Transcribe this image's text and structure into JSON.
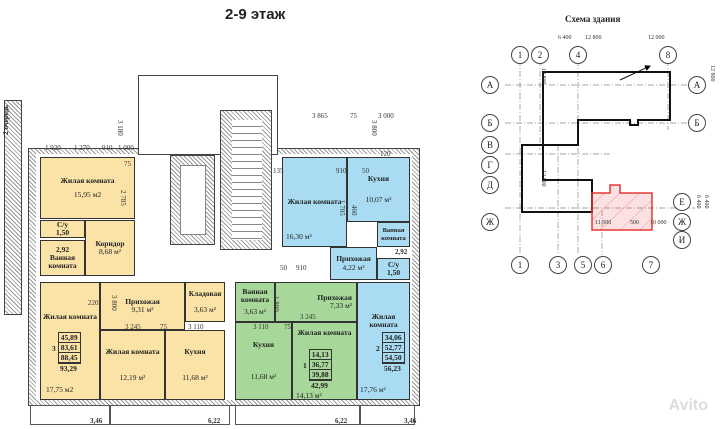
{
  "title": "2-9 этаж",
  "side_label": "2 очередь",
  "apartments": {
    "a3_top": {
      "living": {
        "label": "Жилая комната",
        "area": "15,95 м2"
      },
      "su": {
        "label": "С/у",
        "dim": "1,50"
      },
      "bath": {
        "label": "Ванная комната",
        "dim": "2,92"
      },
      "corridor": {
        "label": "Коридор",
        "area": "8,68 м²"
      }
    },
    "a3": {
      "living": {
        "label": "Жилая комната",
        "area": "17,75 м2"
      },
      "hall": {
        "label": "Прихожая",
        "area": "9,31 м²"
      },
      "store": {
        "label": "Кладовая",
        "area": "3,63 м²"
      },
      "living2": {
        "label": "Жилая комната",
        "area": "12,19 м²"
      },
      "kitchen": {
        "label": "Кухня",
        "area": "11,68 м²"
      },
      "rooms": "3",
      "values": [
        "45,89",
        "83,61",
        "88,45"
      ],
      "total": "93,29"
    },
    "a1": {
      "bath": {
        "label": "Ванная комната",
        "area": "3,63 м²"
      },
      "hall": {
        "label": "Прихожая",
        "area": "7,33 м²"
      },
      "kitchen": {
        "label": "Кухня",
        "area": "11,68 м²"
      },
      "living": {
        "label": "Жилая комната",
        "area": "14,13 м²"
      },
      "rooms": "1",
      "values": [
        "14,13",
        "36,77",
        "39,88"
      ],
      "total": "42,99"
    },
    "a2": {
      "living": {
        "label": "Жилая комната",
        "area": "16,30 м²"
      },
      "kitchen": {
        "label": "Кухня",
        "area": "10,07 м²"
      },
      "bath": {
        "label": "Ванная комната",
        "dim": "2,92"
      },
      "su": {
        "label": "С/у",
        "dim": "1,50"
      },
      "hall": {
        "label": "Прихожая",
        "area": "4,22 м²"
      },
      "living2": {
        "label": "Жилая комната",
        "area": "17,76 м²"
      },
      "rooms": "2",
      "values": [
        "34,06",
        "52,77",
        "54,50"
      ],
      "total": "56,23"
    }
  },
  "dims": [
    "1 920",
    "1 270",
    "910",
    "1 000",
    "2 785",
    "75",
    "3 865",
    "75",
    "3 000",
    "3 800",
    "135",
    "910",
    "50",
    "120",
    "1 705",
    "460",
    "3 180",
    "50",
    "910",
    "220",
    "3 800",
    "3 245",
    "75",
    "3 110",
    "3 110",
    "75",
    "3 245",
    "1 800"
  ],
  "balconies": [
    "3,46",
    "6,22",
    "6,22",
    "3,46"
  ],
  "schema": {
    "title": "Схема здания",
    "dims": [
      "6 400",
      "12 800",
      "12 000",
      "12 800",
      "12 800",
      "12 800",
      "6 400",
      "6 400",
      "11 500",
      "500",
      "10 000"
    ],
    "axes_top": [
      "1",
      "2",
      "4",
      "8"
    ],
    "axes_bottom": [
      "1",
      "3",
      "5",
      "6",
      "7"
    ],
    "rows_left": [
      "А",
      "Б",
      "В",
      "Г",
      "Д",
      "Ж"
    ],
    "rows_right": [
      "А",
      "Б",
      "Е",
      "Ж",
      "И"
    ],
    "highlight": "#e53935"
  },
  "watermark": "Avito"
}
